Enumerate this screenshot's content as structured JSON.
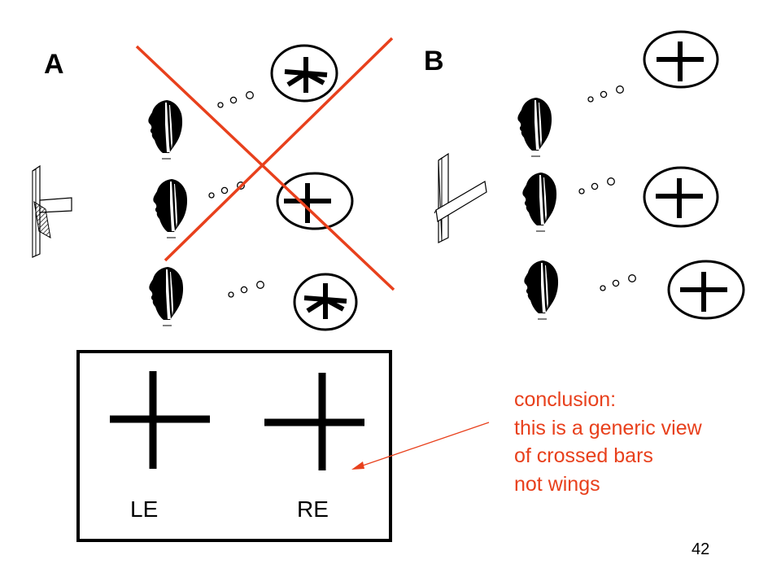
{
  "slide": {
    "panel_a_label": "A",
    "panel_b_label": "B",
    "left_eye_label": "LE",
    "right_eye_label": "RE",
    "conclusion_lines": [
      "conclusion:",
      "this is a generic view",
      "of crossed bars",
      "not wings"
    ],
    "page_number": "42"
  },
  "colors": {
    "accent": "#e8401c",
    "ink": "#000000",
    "background": "#ffffff"
  },
  "icons": {
    "thought_bubble": "thought-bubble-icon",
    "head_profile": "head-profile-icon",
    "rejection_mark": "red-x-icon",
    "arrow": "arrow-icon"
  }
}
